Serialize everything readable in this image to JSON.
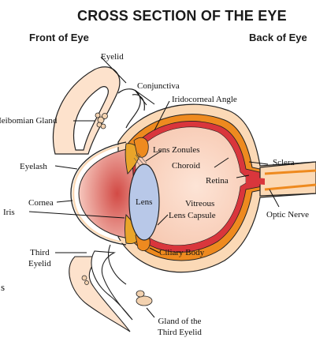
{
  "title": "CROSS SECTION OF THE EYE",
  "front_label": "Front of Eye",
  "back_label": "Back of Eye",
  "labels": {
    "eyelid": "Eyelid",
    "conjunctiva": "Conjunctiva",
    "iridocorneal_angle": "Iridocorneal Angle",
    "meibomian_gland": "Meibomian Gland",
    "lens_zonules": "Lens Zonules",
    "choroid": "Choroid",
    "sclera": "Sclera",
    "eyelash": "Eyelash",
    "retina": "Retina",
    "cornea": "Cornea",
    "lens": "Lens",
    "vitreous": "Vitreous",
    "optic_nerve": "Optic Nerve",
    "iris": "Iris",
    "lens_capsule": "Lens Capsule",
    "third_eyelid": "Third\nEyelid",
    "ciliary_body": "Ciliary Body",
    "gland_third_eyelid": "Gland of the\nThird Eyelid",
    "edge_char": "s"
  },
  "colors": {
    "sclera": "#fbd9b6",
    "choroid": "#ee8a1f",
    "retina": "#d9363c",
    "vitreous": "#fbdccd",
    "cornea_chamber": "#c43a38",
    "lens": "#b8c8e8",
    "iris": "#e9a52a",
    "outline": "#222222"
  }
}
